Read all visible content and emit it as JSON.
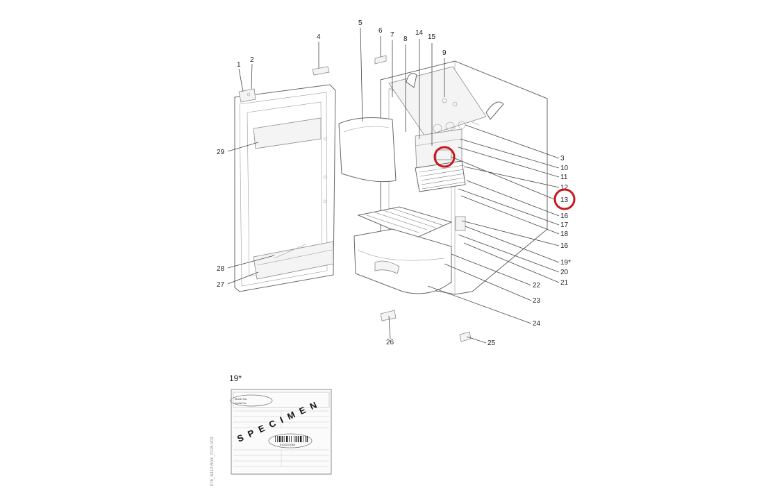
{
  "diagram": {
    "side_code": "076_N112-Rom_0115-V03",
    "highlight_color": "#c8171e",
    "callouts": [
      {
        "id": "1",
        "text": "1"
      },
      {
        "id": "2",
        "text": "2"
      },
      {
        "id": "3",
        "text": "3"
      },
      {
        "id": "4",
        "text": "4"
      },
      {
        "id": "5",
        "text": "5"
      },
      {
        "id": "6",
        "text": "6"
      },
      {
        "id": "7",
        "text": "7"
      },
      {
        "id": "8",
        "text": "8"
      },
      {
        "id": "9",
        "text": "9"
      },
      {
        "id": "10",
        "text": "10"
      },
      {
        "id": "11",
        "text": "11"
      },
      {
        "id": "12",
        "text": "12"
      },
      {
        "id": "13",
        "text": "13"
      },
      {
        "id": "14",
        "text": "14"
      },
      {
        "id": "15",
        "text": "15"
      },
      {
        "id": "16a",
        "text": "16"
      },
      {
        "id": "16b",
        "text": "16"
      },
      {
        "id": "17",
        "text": "17"
      },
      {
        "id": "18",
        "text": "18"
      },
      {
        "id": "19",
        "text": "19*"
      },
      {
        "id": "20",
        "text": "20"
      },
      {
        "id": "21",
        "text": "21"
      },
      {
        "id": "22",
        "text": "22"
      },
      {
        "id": "23",
        "text": "23"
      },
      {
        "id": "24",
        "text": "24"
      },
      {
        "id": "25",
        "text": "25"
      },
      {
        "id": "26",
        "text": "26"
      },
      {
        "id": "27",
        "text": "27"
      },
      {
        "id": "28",
        "text": "28"
      },
      {
        "id": "29",
        "text": "29"
      }
    ]
  },
  "label_plate": {
    "title": "19*",
    "stamp": "SPECIMEN",
    "model_no": "Model No.",
    "serial_no": "Serial No.",
    "code_number": "9105203069"
  }
}
